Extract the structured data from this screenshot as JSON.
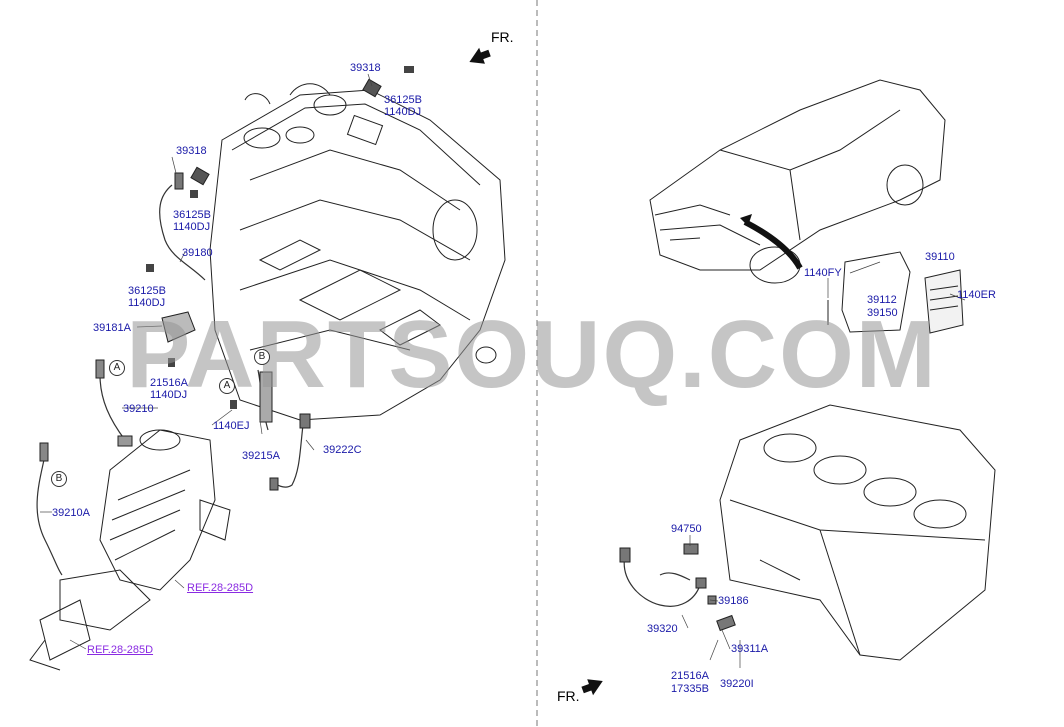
{
  "labels": {
    "l39318_top": "39318",
    "l36125B_top": "36125B",
    "l1140DJ_top": "1140DJ",
    "l39318_left": "39318",
    "l36125B_mid": "36125B",
    "l1140DJ_mid": "1140DJ",
    "l39180": "39180",
    "l36125B_low": "36125B",
    "l1140DJ_low": "1140DJ",
    "l39181A": "39181A",
    "l21516A_left": "21516A",
    "l1140DJ_left": "1140DJ",
    "l39210": "39210",
    "l1140EJ": "1140EJ",
    "l39215A": "39215A",
    "l39222C": "39222C",
    "l39210A": "39210A",
    "ref1": "REF.28-285D",
    "ref2": "REF.28-285D",
    "fr_top": "FR.",
    "fr_bottom": "FR.",
    "l39110": "39110",
    "l1140FY": "1140FY",
    "l39112": "39112",
    "l39150": "39150",
    "l1140ER": "1140ER",
    "l94750": "94750",
    "l39186": "39186",
    "l39320": "39320",
    "l39311A": "39311A",
    "l21516A_right": "21516A",
    "l17335B": "17335B",
    "l39220I": "39220I"
  },
  "callouts": {
    "a1": "A",
    "a2": "A",
    "b1": "B",
    "b2": "B"
  },
  "watermark": "PARTSOUQ.COM"
}
